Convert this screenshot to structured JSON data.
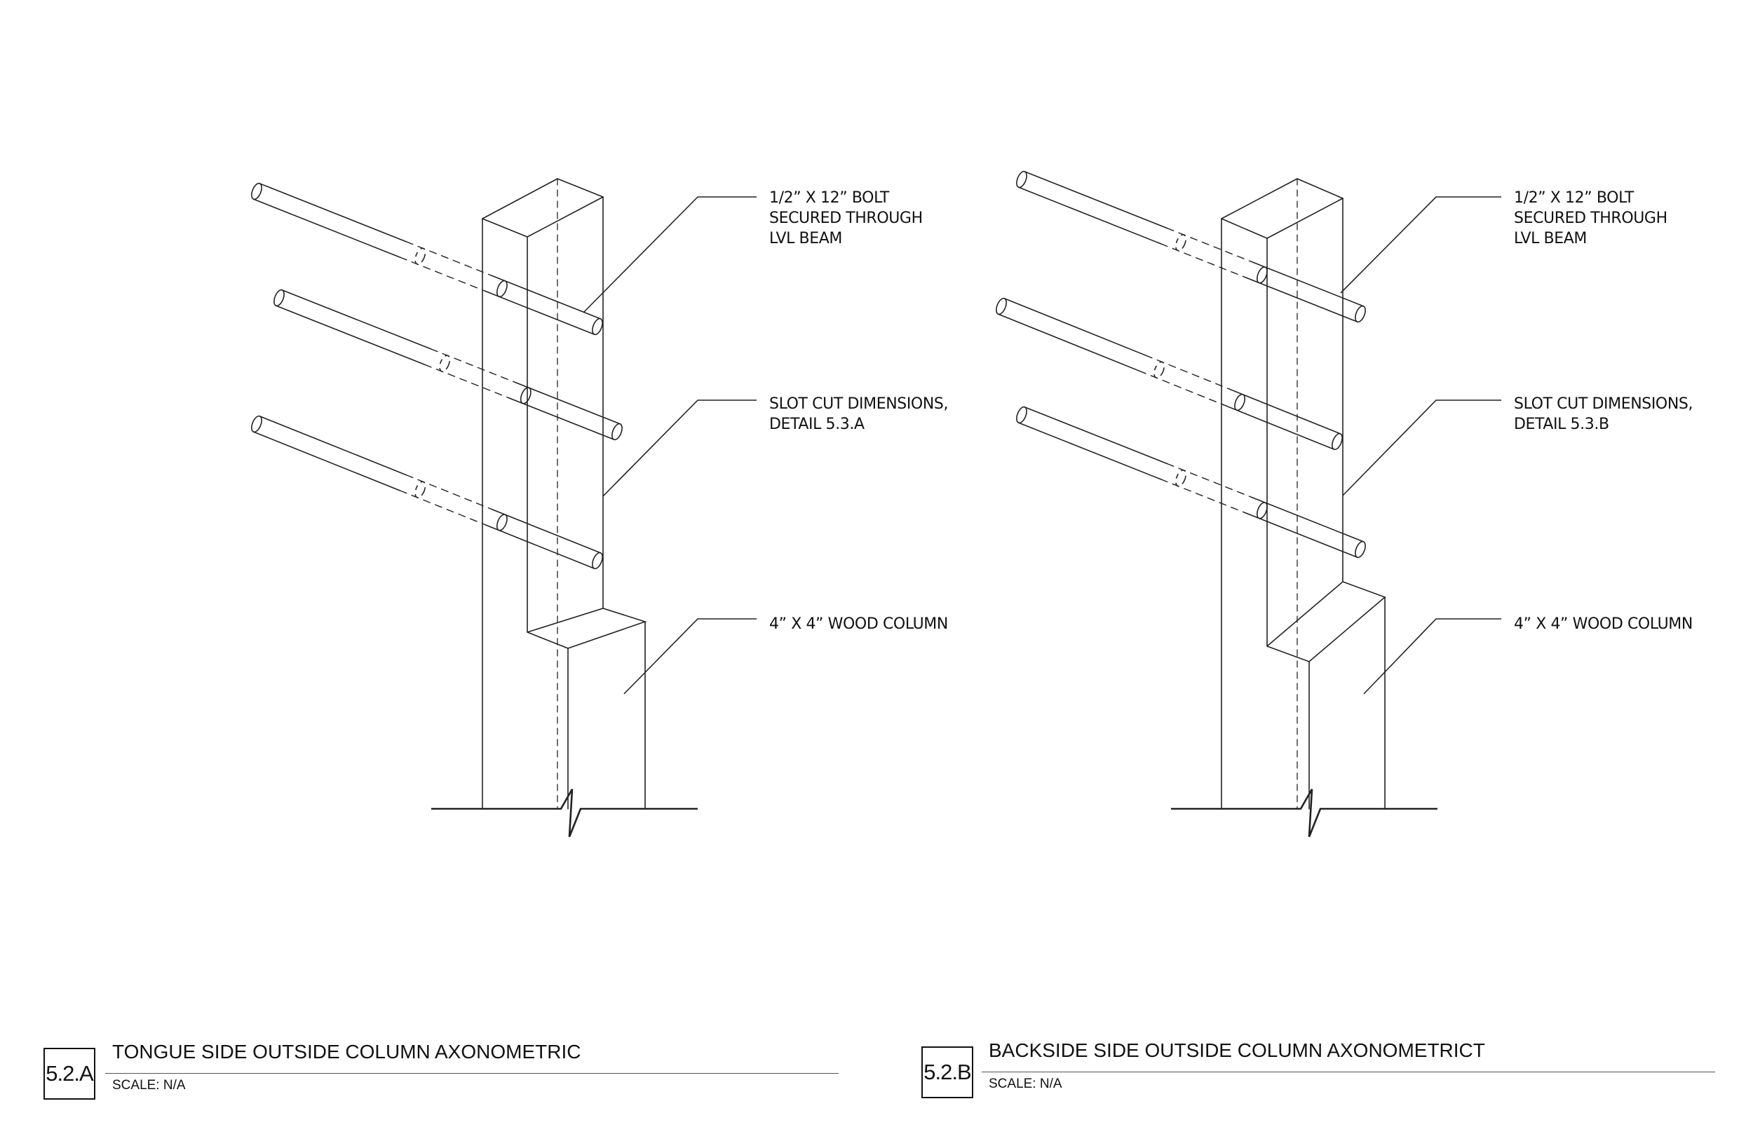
{
  "details": [
    {
      "id": "5.2.A",
      "title": "TONGUE SIDE OUTSIDE COLUMN AXONOMETRIC",
      "scale": "SCALE: N/A",
      "notes": {
        "bolt": [
          "1/2” X 12” BOLT",
          "SECURED THROUGH",
          "LVL BEAM"
        ],
        "slot": [
          "SLOT CUT DIMENSIONS,",
          "DETAIL 5.3.A"
        ],
        "column": [
          "4” X 4” WOOD COLUMN"
        ]
      }
    },
    {
      "id": "5.2.B",
      "title": "BACKSIDE SIDE OUTSIDE COLUMN AXONOMETRICT",
      "scale": "SCALE: N/A",
      "notes": {
        "bolt": [
          "1/2” X 12” BOLT",
          "SECURED THROUGH",
          "LVL BEAM"
        ],
        "slot": [
          "SLOT CUT DIMENSIONS,",
          "DETAIL 5.3.B"
        ],
        "column": [
          "4” X 4” WOOD COLUMN"
        ]
      }
    }
  ]
}
